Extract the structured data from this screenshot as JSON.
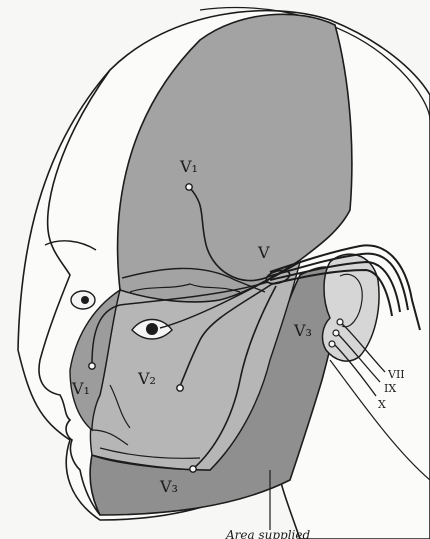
{
  "labels": {
    "v1_top": "V₁",
    "v_ganglion": "V",
    "v3_cheek": "V₃",
    "v1_nose": "V₁",
    "v2": "V₂",
    "v3_jaw": "V₃",
    "vii": "VII",
    "ix": "IX",
    "x": "X",
    "caption": "Area supplied"
  },
  "colors": {
    "background": "#f7f7f6",
    "v1_region": "#a3a3a3",
    "v2_region": "#b6b6b6",
    "v3_region": "#8f8f8f",
    "ear": "#d6d6d6",
    "line": "#1c1c1c"
  }
}
